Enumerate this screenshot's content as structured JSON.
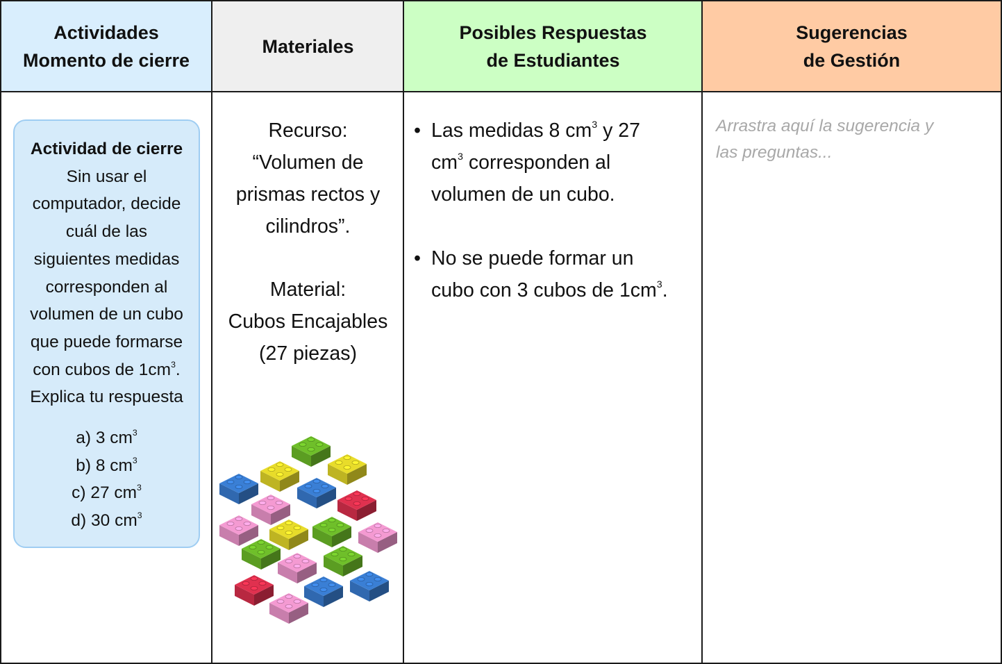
{
  "header": {
    "col1": "Actividades\nMomento de cierre",
    "col2": "Materiales",
    "col3": "Posibles Respuestas\nde Estudiantes",
    "col4": "Sugerencias\nde Gestión"
  },
  "colors": {
    "col1_bg": "#d9eefd",
    "col2_bg": "#efefef",
    "col3_bg": "#ccffc4",
    "col4_bg": "#ffcba4",
    "card_bg": "#d6ebfa",
    "card_border": "#9fcdf2",
    "hint_text": "#a8a8a8"
  },
  "activity": {
    "title": "Actividad de cierre",
    "lines": [
      "Sin usar el",
      "computador, decide",
      "cuál de las",
      "siguientes medidas",
      "corresponden al",
      "volumen de un cubo",
      "que puede formarse"
    ],
    "line_unit_pre": "con cubos de 1cm",
    "line_unit_post": ".",
    "line_last": "Explica tu respuesta",
    "options": [
      {
        "label": "a) 3 cm"
      },
      {
        "label": "b) 8 cm"
      },
      {
        "label": "c) 27 cm"
      },
      {
        "label": "d) 30 cm"
      }
    ],
    "exp": "3"
  },
  "materials": {
    "resource_label": "Recurso:",
    "resource_lines": [
      "“Volumen de",
      "prismas rectos y",
      "cilindros”."
    ],
    "material_label": "Material:",
    "material_lines": [
      "Cubos Encajables",
      "(27  piezas)"
    ],
    "image_icon": "lego-bricks-icon",
    "brick_colors": [
      "#3a7fd5",
      "#e8dc2a",
      "#6fbf2a",
      "#f49ad2",
      "#e0314f"
    ]
  },
  "responses": {
    "bullet": "•",
    "r1_a": "Las medidas 8 cm",
    "r1_b": " y 27",
    "r1_c": "cm",
    "r1_d": " corresponden al",
    "r1_e": "volumen de un cubo.",
    "r2_a": "No se puede formar un",
    "r2_b": "cubo con 3 cubos de 1cm",
    "r2_c": "."
  },
  "suggestions": {
    "placeholder_line1": "Arrastra aquí la sugerencia y",
    "placeholder_line2": "las preguntas..."
  }
}
